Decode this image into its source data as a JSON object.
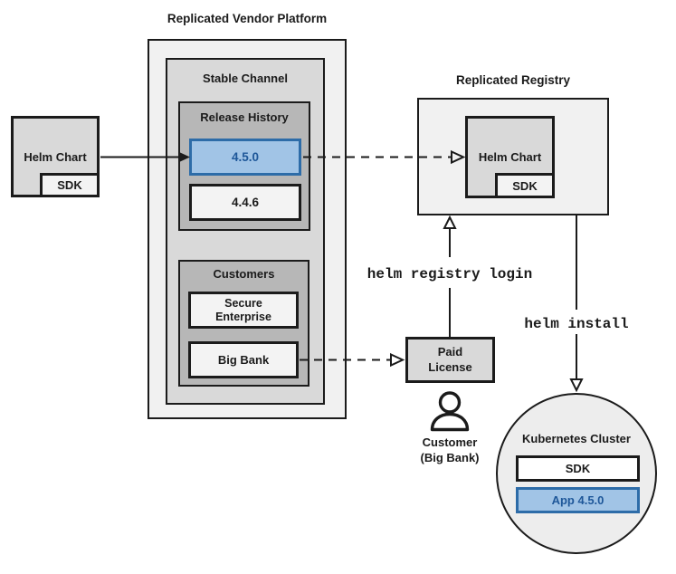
{
  "colors": {
    "outer_box_fill": "#f1f1f1",
    "medium_box_fill": "#d9d9d9",
    "dark_box_fill": "#b7b7b7",
    "inner_box_fill": "#f3f3f3",
    "circle_fill": "#ededed",
    "highlight_fill": "#a1c4e6",
    "highlight_border": "#2d6ca8",
    "highlight_text": "#1e5799",
    "line_color": "#1b1b1b"
  },
  "vendor_platform": {
    "title": "Replicated Vendor Platform",
    "stable_channel": {
      "title": "Stable Channel",
      "release_history": {
        "title": "Release History",
        "releases": [
          {
            "version": "4.5.0",
            "highlighted": true
          },
          {
            "version": "4.4.6",
            "highlighted": false
          }
        ]
      },
      "customers": {
        "title": "Customers",
        "items": [
          {
            "label": "Secure\nEnterprise"
          },
          {
            "label": "Big Bank"
          }
        ]
      }
    }
  },
  "helm_chart_source": {
    "label": "Helm Chart",
    "sdk_label": "SDK"
  },
  "registry": {
    "title": "Replicated Registry",
    "helm_chart": {
      "label": "Helm Chart",
      "sdk_label": "SDK"
    }
  },
  "paid_license": {
    "label": "Paid\nLicense"
  },
  "customer": {
    "label": "Customer\n(Big Bank)",
    "icon": "person-icon"
  },
  "commands": {
    "registry_login": "helm registry login",
    "install": "helm install"
  },
  "kubernetes_cluster": {
    "title": "Kubernetes Cluster",
    "sdk_label": "SDK",
    "app_label": "App 4.5.0"
  }
}
